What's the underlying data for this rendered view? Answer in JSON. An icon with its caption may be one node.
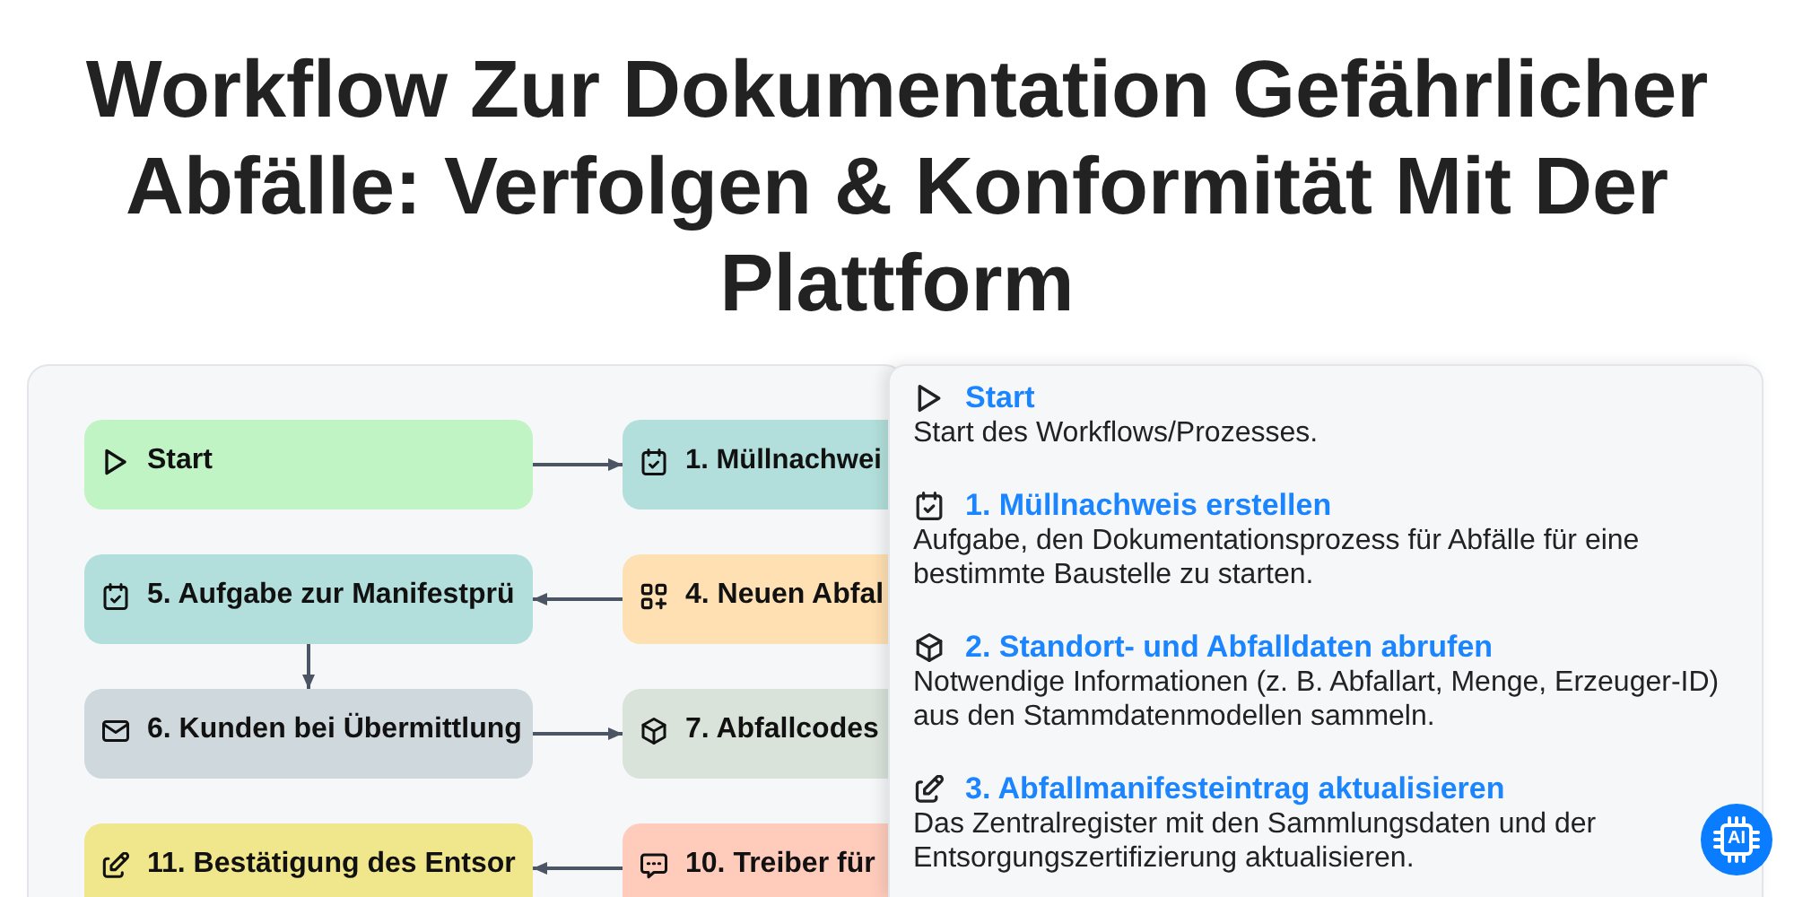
{
  "diagram": {
    "title": "Workflow Zur Dokumentation Gefährlicher Abfälle: Verfolgen & Konformität Mit Der Plattform",
    "nodes": [
      {
        "text": [
          "Start"
        ]
      },
      {
        "text": [
          "1. Müllnachwei"
        ]
      },
      {
        "text": [
          "5. Aufgabe zur Manifestprü"
        ]
      },
      {
        "text": [
          "4. Neuen Abfal"
        ]
      },
      {
        "text": [
          "6. Kunden bei Übermittlung"
        ]
      },
      {
        "text": [
          "7. Abfallcodes"
        ]
      },
      {
        "text": [
          "11. Bestätigung des Entsor"
        ]
      },
      {
        "text": [
          "10. Treiber für"
        ]
      },
      {
        "text": [
          "Start",
          "Start des Workflows/Prozesses.",
          "1. Müllnachweis erstellen",
          "Aufgabe, den Dokumentationsprozess für Abfälle für eine bestimmte Baustelle zu starten.",
          "2. Standort- und Abfalldaten abrufen",
          "Notwendige Informationen (z. B. Abfallart, Menge, Erzeuger-ID) aus den Stammdatenmodellen sammeln.",
          "3. Abfallmanifesteintrag aktualisieren",
          "Das Zentralregister mit den Sammlungsdaten und der Entsorgungszertifizierung aktualisieren."
        ]
      }
    ],
    "edges": [
      {
        "from": 0,
        "to": 1,
        "arrow": "to"
      },
      {
        "from": 3,
        "to": 2,
        "arrow": "to"
      },
      {
        "from": 2,
        "to": 4,
        "arrow": "to"
      },
      {
        "from": 4,
        "to": 5,
        "arrow": "to"
      },
      {
        "from": 7,
        "to": 6,
        "arrow": "to"
      }
    ],
    "labels": [
      "AI"
    ]
  }
}
